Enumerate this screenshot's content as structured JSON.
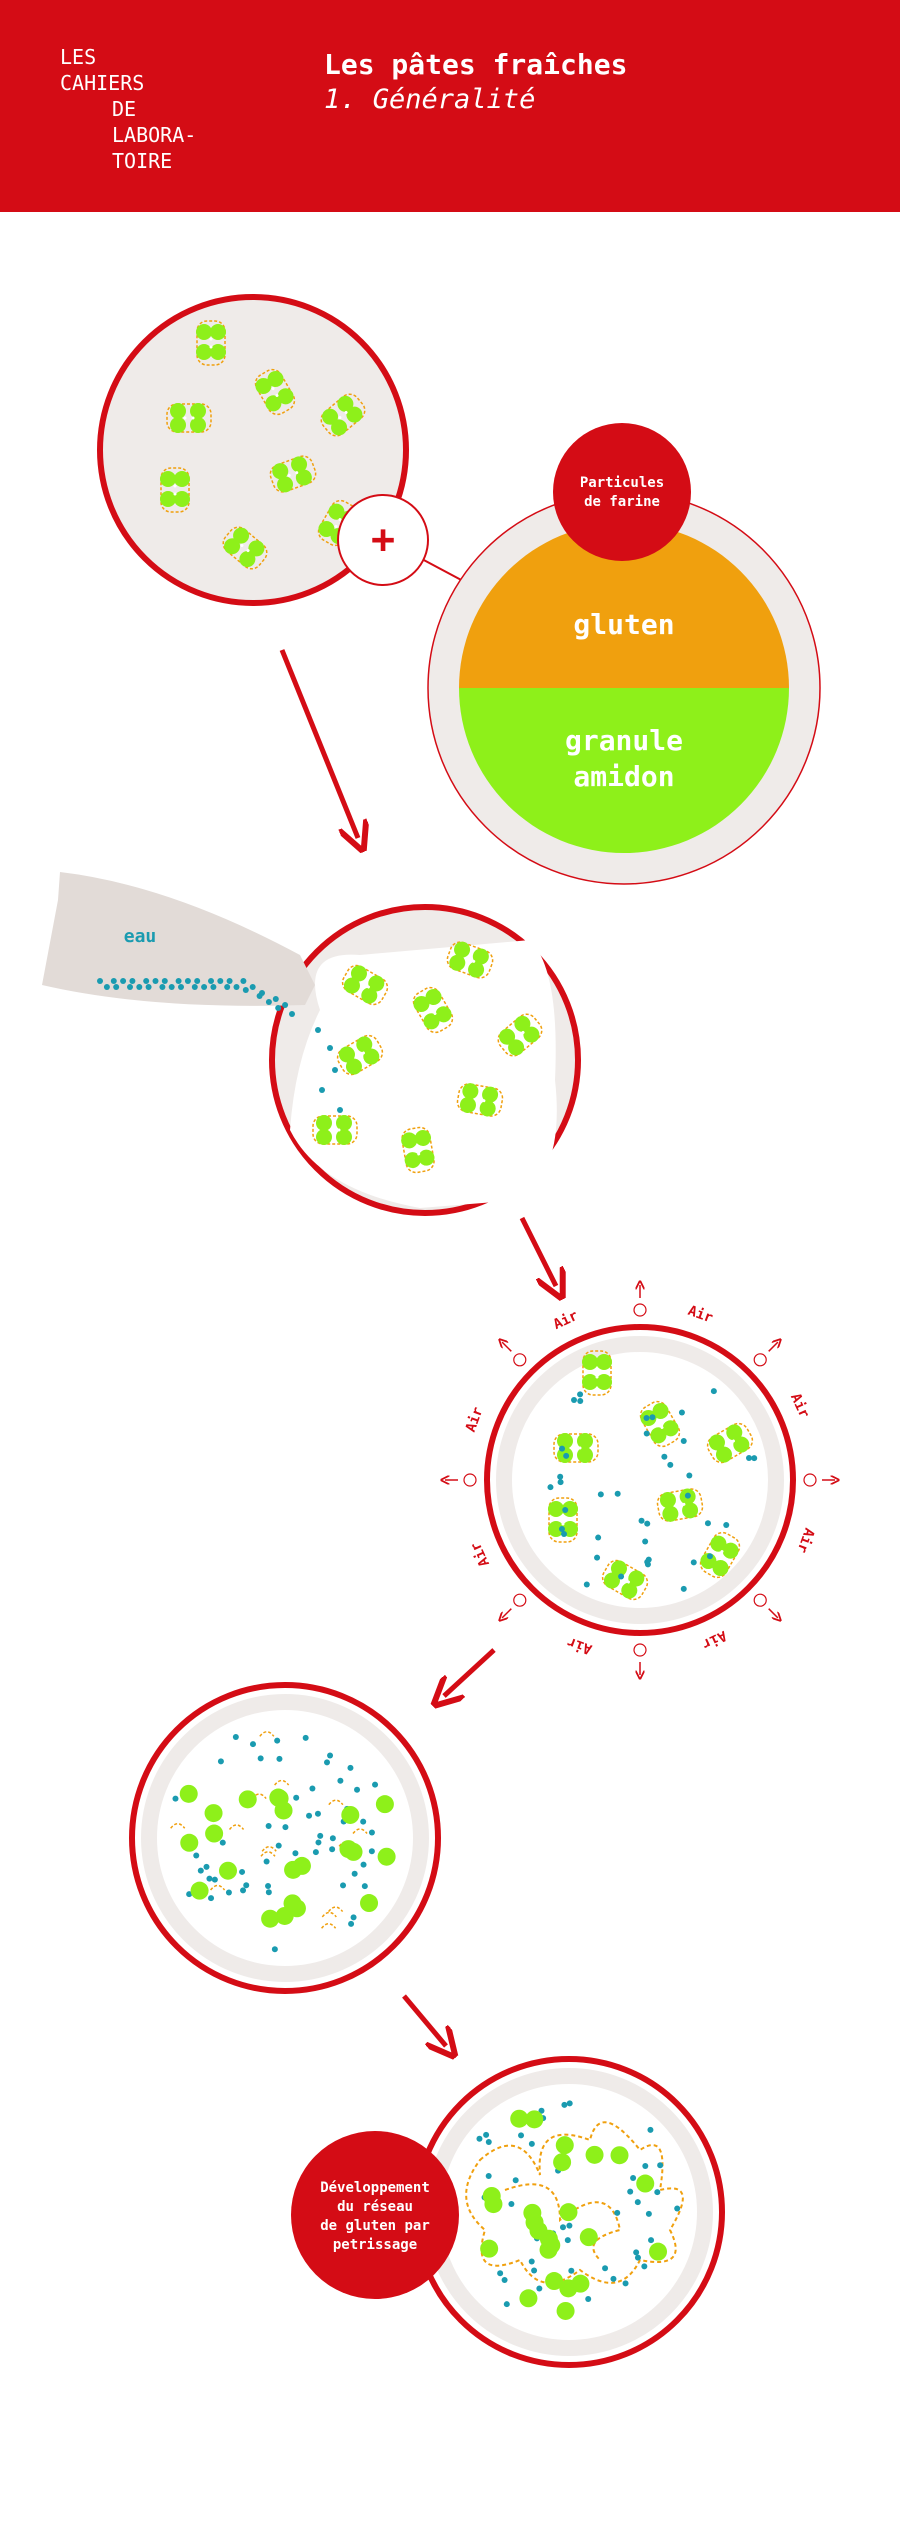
{
  "header": {
    "brand_lines": [
      "LES",
      "CAHIERS",
      "DE",
      "LABORA-",
      "TOIRE"
    ],
    "title": "Les pâtes fraîches",
    "subtitle": "1. Généralité"
  },
  "diagram": {
    "particles_label_line1": "Particules",
    "particles_label_line2": "de farine",
    "gluten_label": "gluten",
    "starch_label_line1": "granule",
    "starch_label_line2": "amidon",
    "plus_symbol": "+",
    "water_label": "eau",
    "air_label": "Air",
    "development_line1": "Développement",
    "development_line2": "du réseau",
    "development_line3": "de gluten par",
    "development_line4": "petrissage",
    "colors": {
      "brand_red": "#d40c15",
      "gluten_orange": "#f0a00e",
      "starch_green": "#8ef01a",
      "water_teal": "#1a9bb0",
      "circle_fill": "#efebe9"
    }
  }
}
